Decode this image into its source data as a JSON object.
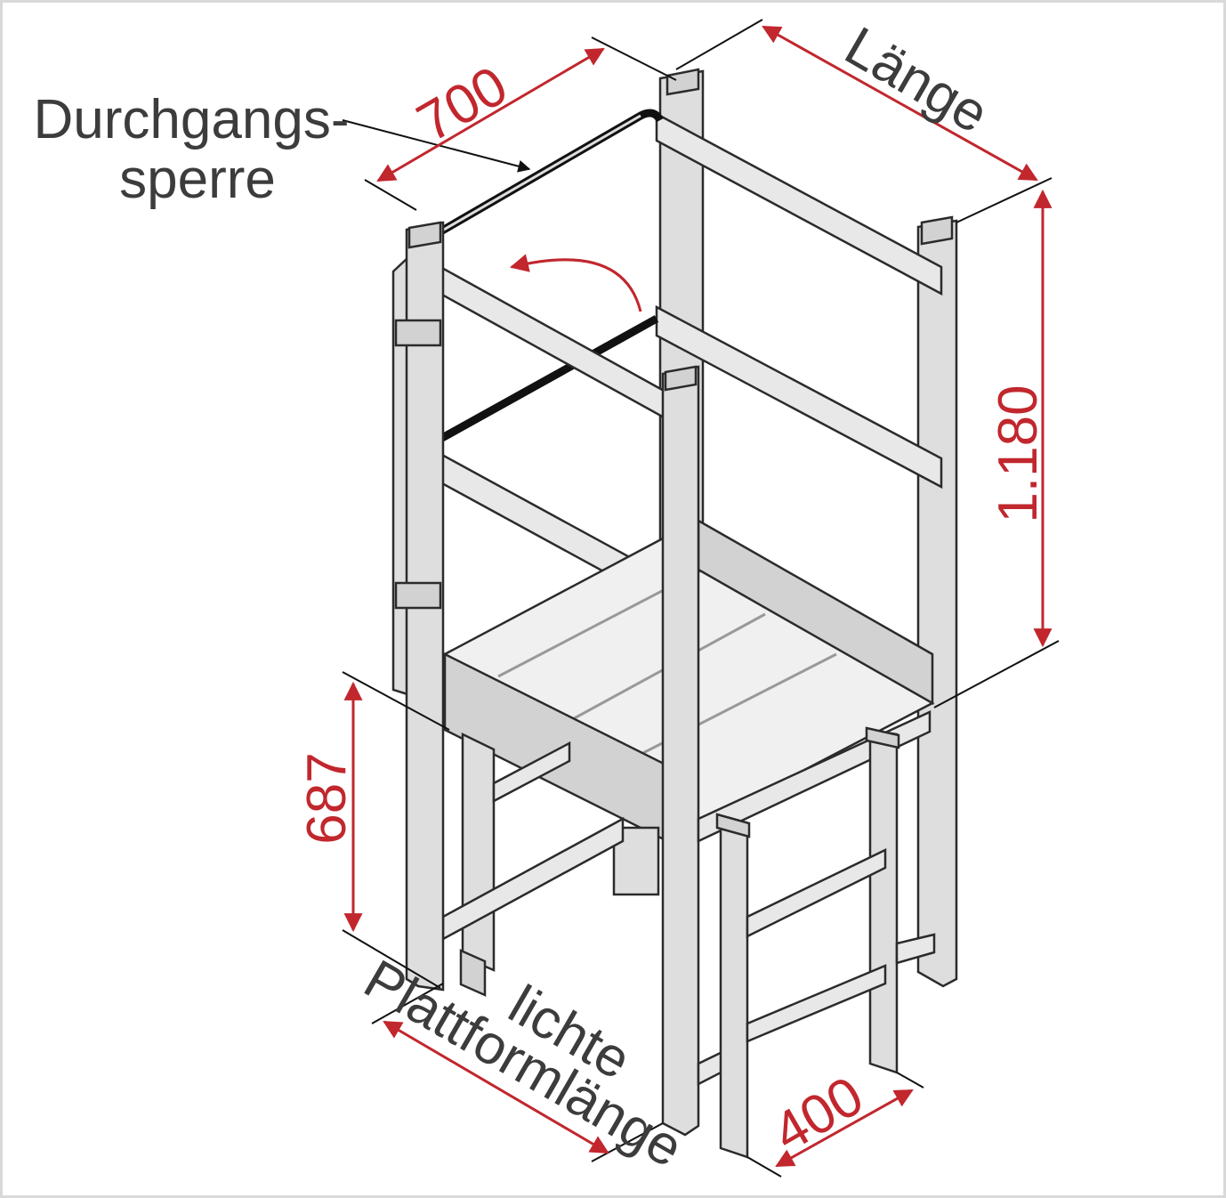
{
  "colors": {
    "dimension": "#c1272d",
    "label": "#3c3c3c",
    "metal": "#dedede"
  },
  "labels": {
    "gate_line1": "Durchgangs-",
    "gate_line2": "sperre",
    "clear_line1": "lichte",
    "clear_line2": "Plattformlänge"
  },
  "dimensions": {
    "width": "700",
    "length": "Länge",
    "railing_height": "1.180",
    "platform_height": "687",
    "ladder_width": "400"
  }
}
